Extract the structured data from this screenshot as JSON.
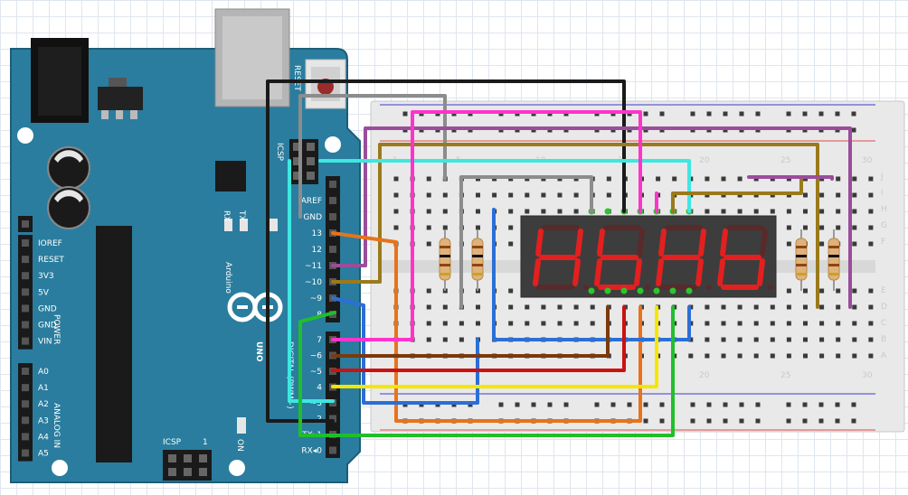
{
  "board": {
    "name": "Arduino",
    "model": "UNO",
    "reset_label": "RESET",
    "icsp_label": "ICSP",
    "icsp2_label": "ICSP",
    "icsp_pin1": "1",
    "on_label": "ON",
    "tx_label": "TX",
    "rx_label": "RX",
    "digital_label": "DIGITAL (PWM~)",
    "power_label": "POWER",
    "analog_label": "ANALOG IN",
    "power_pins": [
      "IOREF",
      "RESET",
      "3V3",
      "5V",
      "GND",
      "GND",
      "VIN"
    ],
    "analog_pins": [
      "A0",
      "A1",
      "A2",
      "A3",
      "A4",
      "A5"
    ],
    "top_header_pins": [
      "AREF",
      "GND",
      "13",
      "12",
      "~11",
      "~10",
      "~9",
      "8"
    ],
    "bottom_header_pins": [
      "7",
      "~6",
      "~5",
      "4",
      "~3",
      "2",
      "TX▸1",
      "RX◂0"
    ]
  },
  "breadboard": {
    "column_numbers": [
      "1",
      "5",
      "10",
      "15",
      "20",
      "25",
      "30"
    ],
    "row_letters_top": [
      "J",
      "I",
      "H",
      "G",
      "F"
    ],
    "row_letters_bottom": [
      "E",
      "D",
      "C",
      "B",
      "A"
    ]
  },
  "display": {
    "digits": 4,
    "segment_color": "#e3201f",
    "body_color": "#3d3d3d"
  },
  "wire_colors": {
    "black": "#1a1a1a",
    "gray": "#8c8c8c",
    "magenta": "#ff33cc",
    "purple": "#9b4d9b",
    "brown_olive": "#9a7a1c",
    "cyan": "#3ee7e0",
    "orange": "#e8731a",
    "blue": "#2b6fd6",
    "green": "#1fbf2a",
    "red": "#cc1111",
    "dark_brown": "#7a3a0e",
    "yellow": "#f5e600"
  }
}
